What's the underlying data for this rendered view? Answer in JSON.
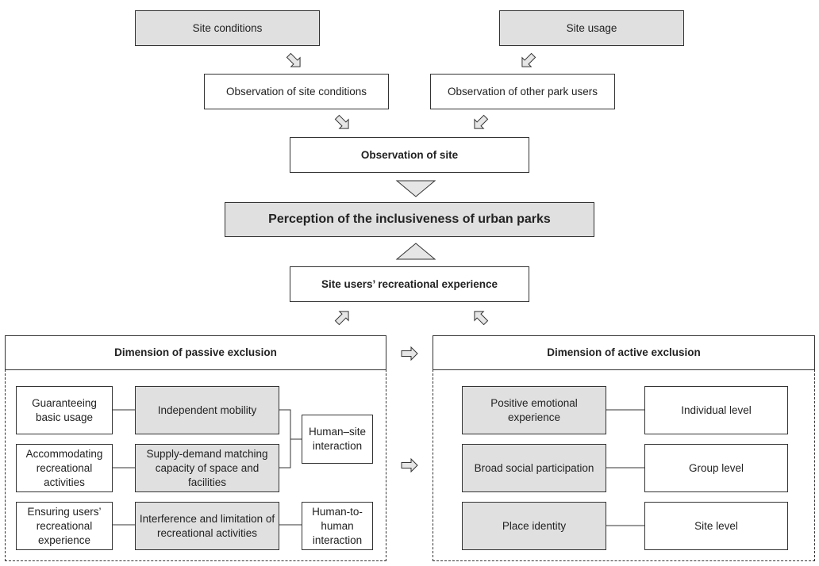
{
  "top": {
    "site_conditions": "Site conditions",
    "site_usage": "Site usage"
  },
  "observations": {
    "site_conditions": "Observation of site conditions",
    "other_users": "Observation of other park users",
    "site": "Observation of site"
  },
  "center": {
    "perception": "Perception of the inclusiveness of urban parks",
    "experience": "Site users’ recreational experience"
  },
  "passive": {
    "title": "Dimension of passive exclusion",
    "left": [
      "Guaranteeing basic usage",
      "Accommodating recreational activities",
      "Ensuring users’ recreational experience"
    ],
    "middle": [
      "Independent mobility",
      "Supply-demand matching capacity of space and facilities",
      "Interference and limitation of recreational activities"
    ],
    "right": [
      "Human–site interaction",
      "Human-to-human interaction"
    ]
  },
  "active": {
    "title": "Dimension of active exclusion",
    "left": [
      "Positive emotional experience",
      "Broad social participation",
      "Place identity"
    ],
    "right": [
      "Individual level",
      "Group level",
      "Site level"
    ]
  },
  "colors": {
    "grey_fill": "#e0e0e0",
    "border": "#333333",
    "arrow_fill": "#e6e6e6"
  },
  "icons": [
    "arrow-down-right-icon",
    "arrow-down-left-icon",
    "triangle-down-icon",
    "triangle-up-icon",
    "arrow-up-right-icon",
    "arrow-up-left-icon",
    "arrow-right-icon"
  ]
}
